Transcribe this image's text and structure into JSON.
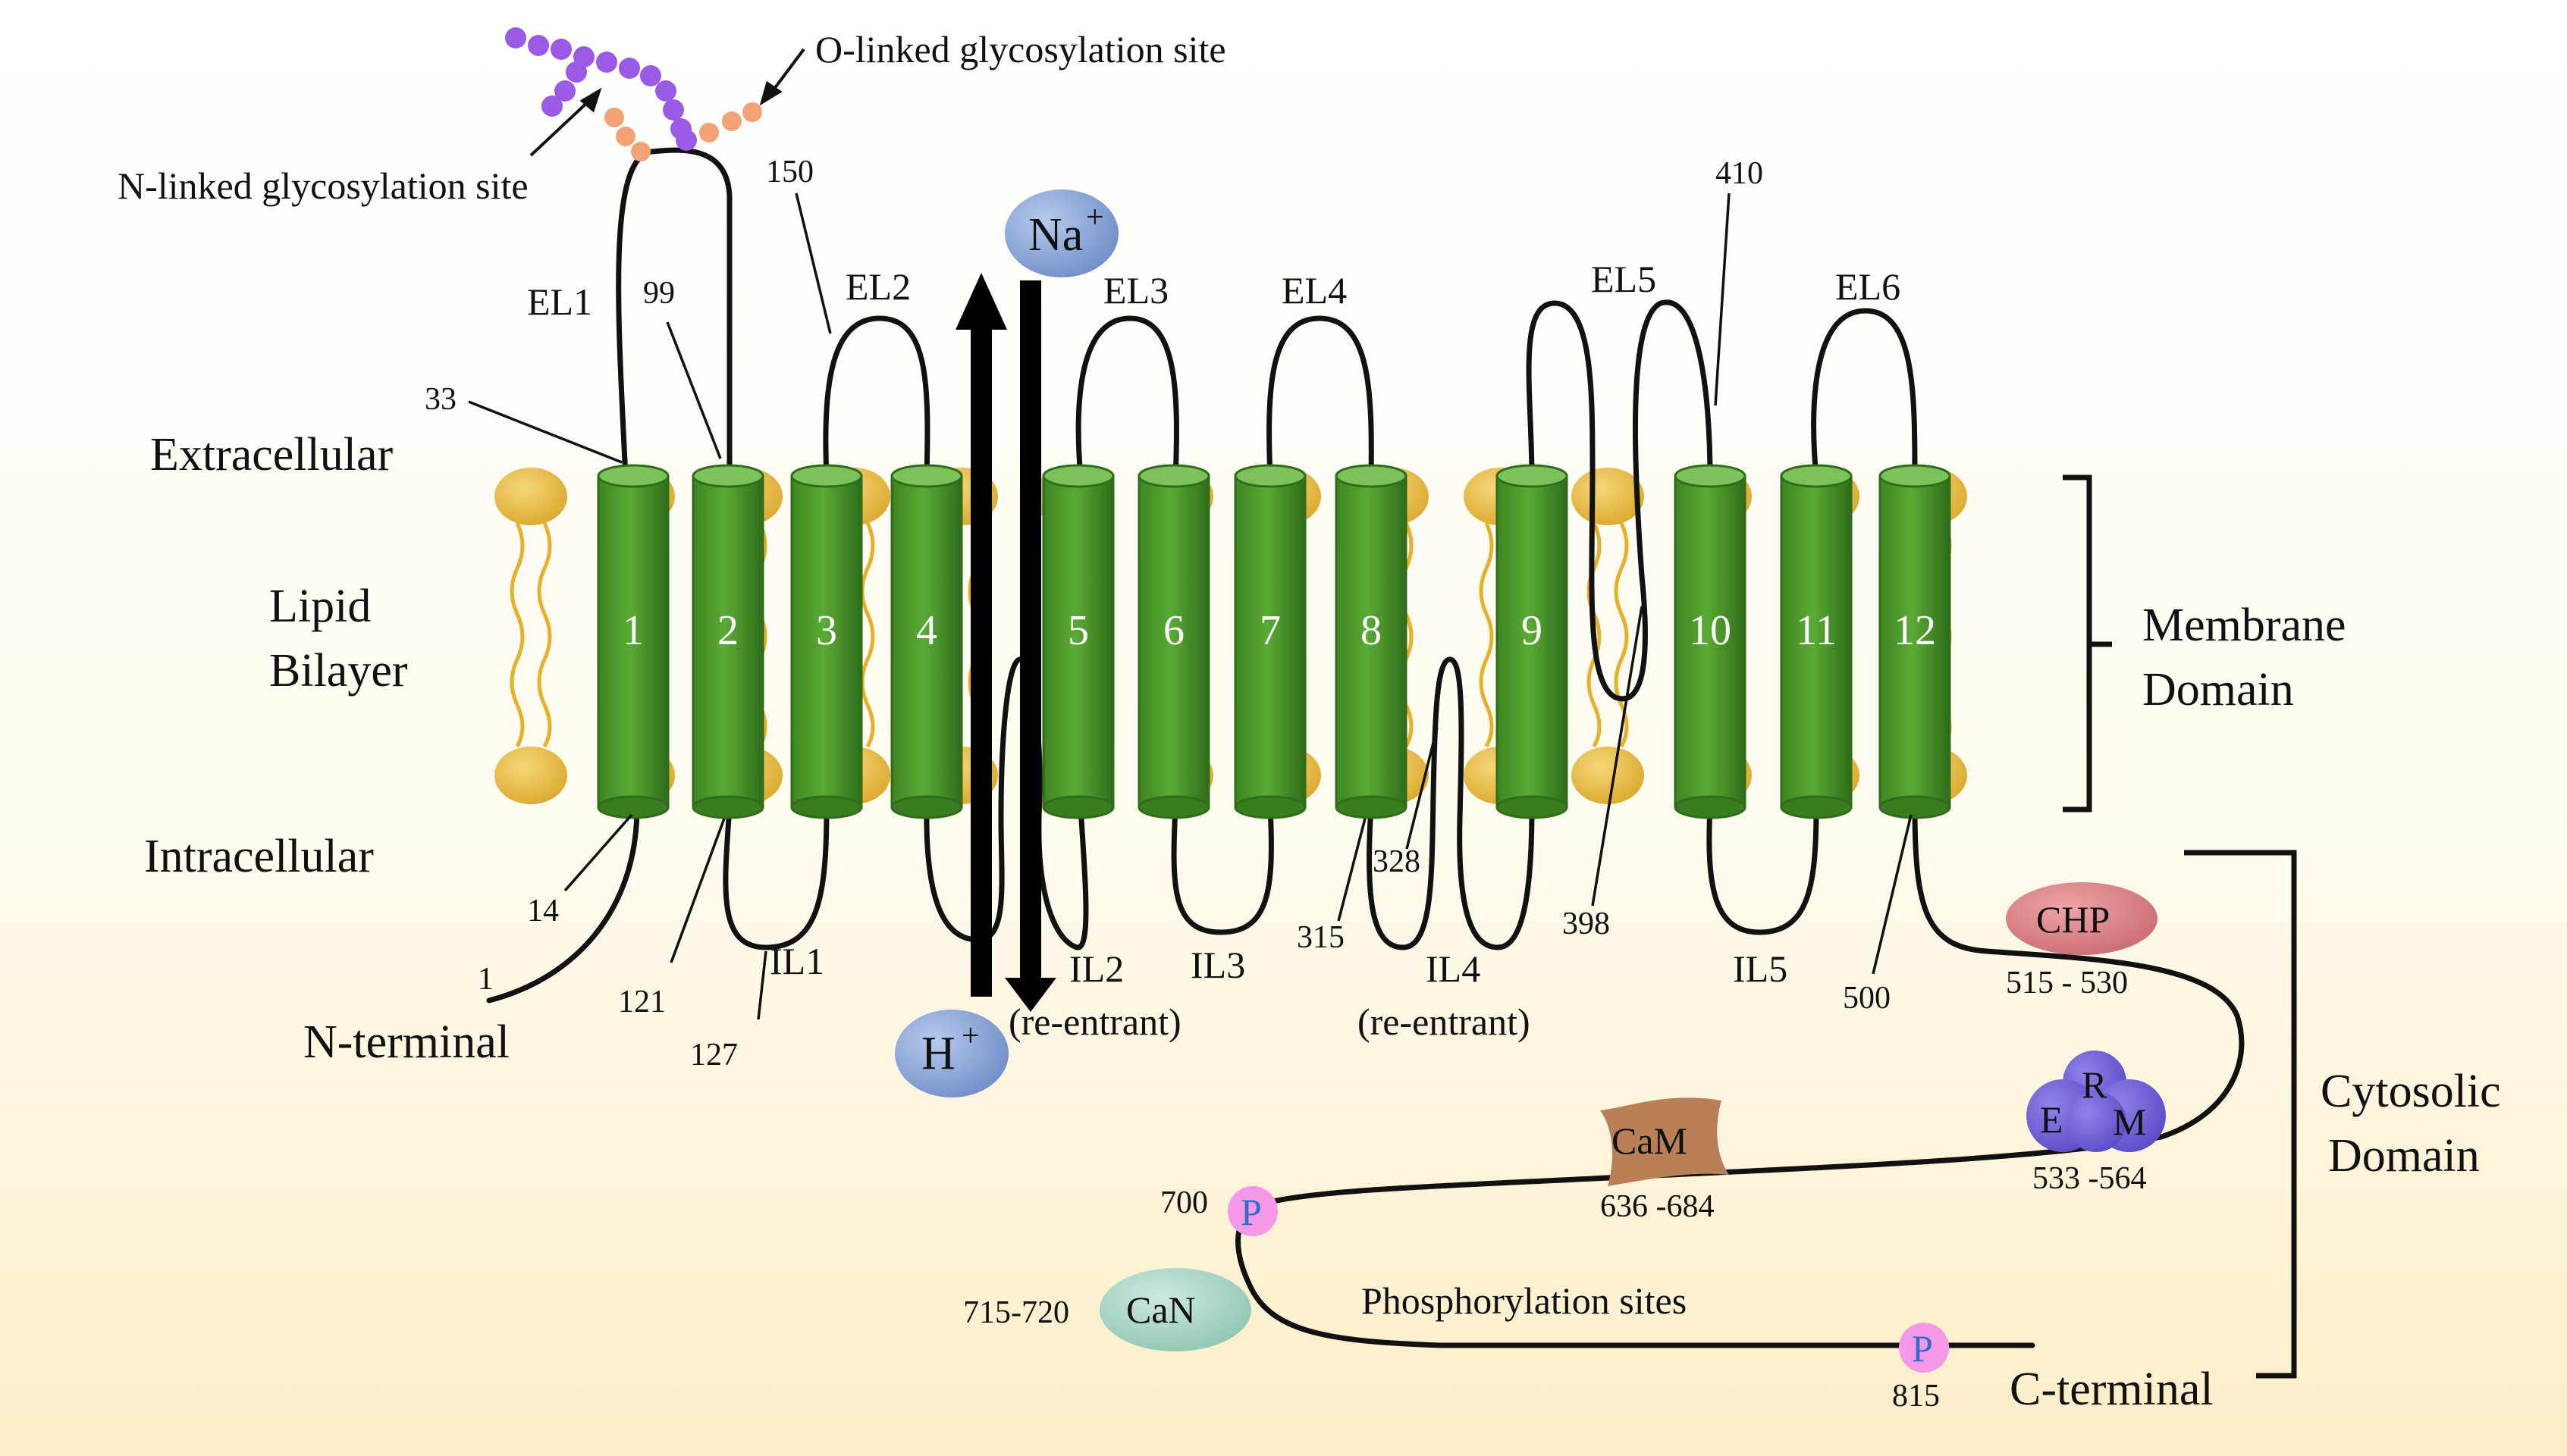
{
  "regions": {
    "extracellular": "Extracellular",
    "lipid": "Lipid",
    "bilayer": "Bilayer",
    "intracellular": "Intracellular",
    "n_terminal": "N-terminal",
    "c_terminal": "C-terminal",
    "membrane_domain": [
      "Membrane",
      "Domain"
    ],
    "cytosolic_domain": [
      "Cytosolic",
      "Domain"
    ]
  },
  "helices": [
    "1",
    "2",
    "3",
    "4",
    "5",
    "6",
    "7",
    "8",
    "9",
    "10",
    "11",
    "12"
  ],
  "loops": {
    "EL1": "EL1",
    "EL2": "EL2",
    "EL3": "EL3",
    "EL4": "EL4",
    "EL5": "EL5",
    "EL6": "EL6",
    "IL1": "IL1",
    "IL2": "IL2",
    "IL3": "IL3",
    "IL4": "IL4",
    "IL5": "IL5",
    "re_entrant": "(re-entrant)"
  },
  "residues": {
    "r1": "1",
    "r14": "14",
    "r33": "33",
    "r99": "99",
    "r121": "121",
    "r127": "127",
    "r150": "150",
    "r315": "315",
    "r328": "328",
    "r398": "398",
    "r410": "410",
    "r500": "500",
    "r700": "700",
    "r815": "815",
    "r715": "715-720"
  },
  "glycosylation": {
    "o_linked": "O-linked glycosylation site",
    "n_linked": "N-linked glycosylation site"
  },
  "ions": {
    "na": "Na",
    "h": "H",
    "charge": "+"
  },
  "binding": {
    "chp": "CHP",
    "chp_range": "515 - 530",
    "erm_e": "E",
    "erm_r": "R",
    "erm_m": "M",
    "erm_range": "533 -564",
    "cam": "CaM",
    "cam_range": "636 -684",
    "can": "CaN",
    "p": "P",
    "phosphorylation": "Phosphorylation sites"
  },
  "colors": {
    "helix": "#4e9a2e",
    "helix_dark": "#2f6d1a",
    "lipid_head": "#e9bf45",
    "lipid_tail": "#e8b02a",
    "n_glyco": "#9b5ae6",
    "o_glyco": "#f3a276",
    "chp": "#d77a7e",
    "erm": "#6e5fd6",
    "cam": "#b97e55",
    "can": "#a8d6c6",
    "phospho": "#f492e6",
    "ion": "#8aa6d8"
  }
}
